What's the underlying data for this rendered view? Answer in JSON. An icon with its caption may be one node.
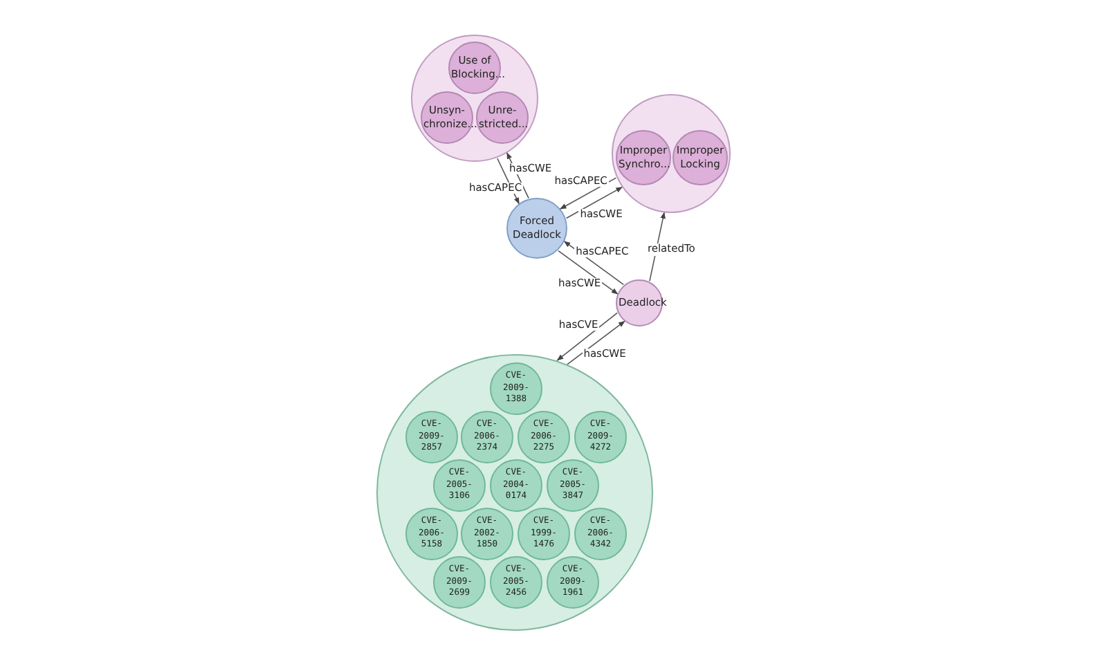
{
  "diagram": {
    "nodes": [
      {
        "text": [],
        "shape": "circle"
      },
      {
        "text": [
          "Use of Blocking..."
        ],
        "in": 0
      },
      {
        "text": [
          "Unsyn- chronize..."
        ],
        "in": 0
      },
      {
        "text": [
          "Unre- stricted..."
        ],
        "in": 0
      },
      {
        "text": [],
        "shape": "circle"
      },
      {
        "text": [
          "Improper Synchro..."
        ],
        "in": 4
      },
      {
        "text": [
          "Improper Locking"
        ],
        "in": 4
      },
      {
        "text": [
          "Forced Deadlock"
        ]
      },
      {
        "text": [
          "Deadlock"
        ]
      },
      {
        "text": [],
        "shape": "circle"
      },
      {
        "text": [
          "CVE-2009- 1388"
        ],
        "in": 9
      },
      {
        "text": [
          "CVE-2009- 2857"
        ],
        "in": 9
      },
      {
        "text": [
          "CVE-2006- 2374"
        ],
        "in": 9
      },
      {
        "text": [
          "CVE-2006- 2275"
        ],
        "in": 9
      },
      {
        "text": [
          "CVE-2009- 4272"
        ],
        "in": 9
      },
      {
        "text": [
          "CVE-2005- 3106"
        ],
        "in": 9
      },
      {
        "text": [
          "CVE-2004- 0174"
        ],
        "in": 9
      },
      {
        "text": [
          "CVE-2005- 3847"
        ],
        "in": 9
      },
      {
        "text": [
          "CVE-2006- 5158"
        ],
        "in": 9
      },
      {
        "text": [
          "CVE-2002- 1850"
        ],
        "in": 9
      },
      {
        "text": [
          "CVE-1999- 1476"
        ],
        "in": 9
      },
      {
        "text": [
          "CVE-2006- 4342"
        ],
        "in": 9
      },
      {
        "text": [
          "CVE-2009- 2699"
        ],
        "in": 9
      },
      {
        "text": [
          "CVE-2005- 2456"
        ],
        "in": 9
      },
      {
        "text": [
          "CVE-2009- 1961"
        ],
        "in": 9
      }
    ],
    "edges": [
      {
        "from": 0,
        "to": 7,
        "arrow": "to",
        "label": "hasCAPEC"
      },
      {
        "from": 7,
        "to": 0,
        "arrow": "to",
        "label": "hasCWE"
      },
      {
        "from": 4,
        "to": 7,
        "arrow": "to",
        "label": "hasCAPEC"
      },
      {
        "from": 7,
        "to": 4,
        "arrow": "to",
        "label": "hasCWE"
      },
      {
        "from": 8,
        "to": 7,
        "arrow": "to",
        "label": "hasCAPEC"
      },
      {
        "from": 7,
        "to": 8,
        "arrow": "to",
        "label": "hasCWE"
      },
      {
        "from": 8,
        "to": 4,
        "arrow": "to",
        "label": "relatedTo"
      },
      {
        "from": 8,
        "to": 9,
        "arrow": "to",
        "label": "hasCVE"
      },
      {
        "from": 9,
        "to": 8,
        "arrow": "to",
        "label": "hasCWE"
      }
    ]
  }
}
